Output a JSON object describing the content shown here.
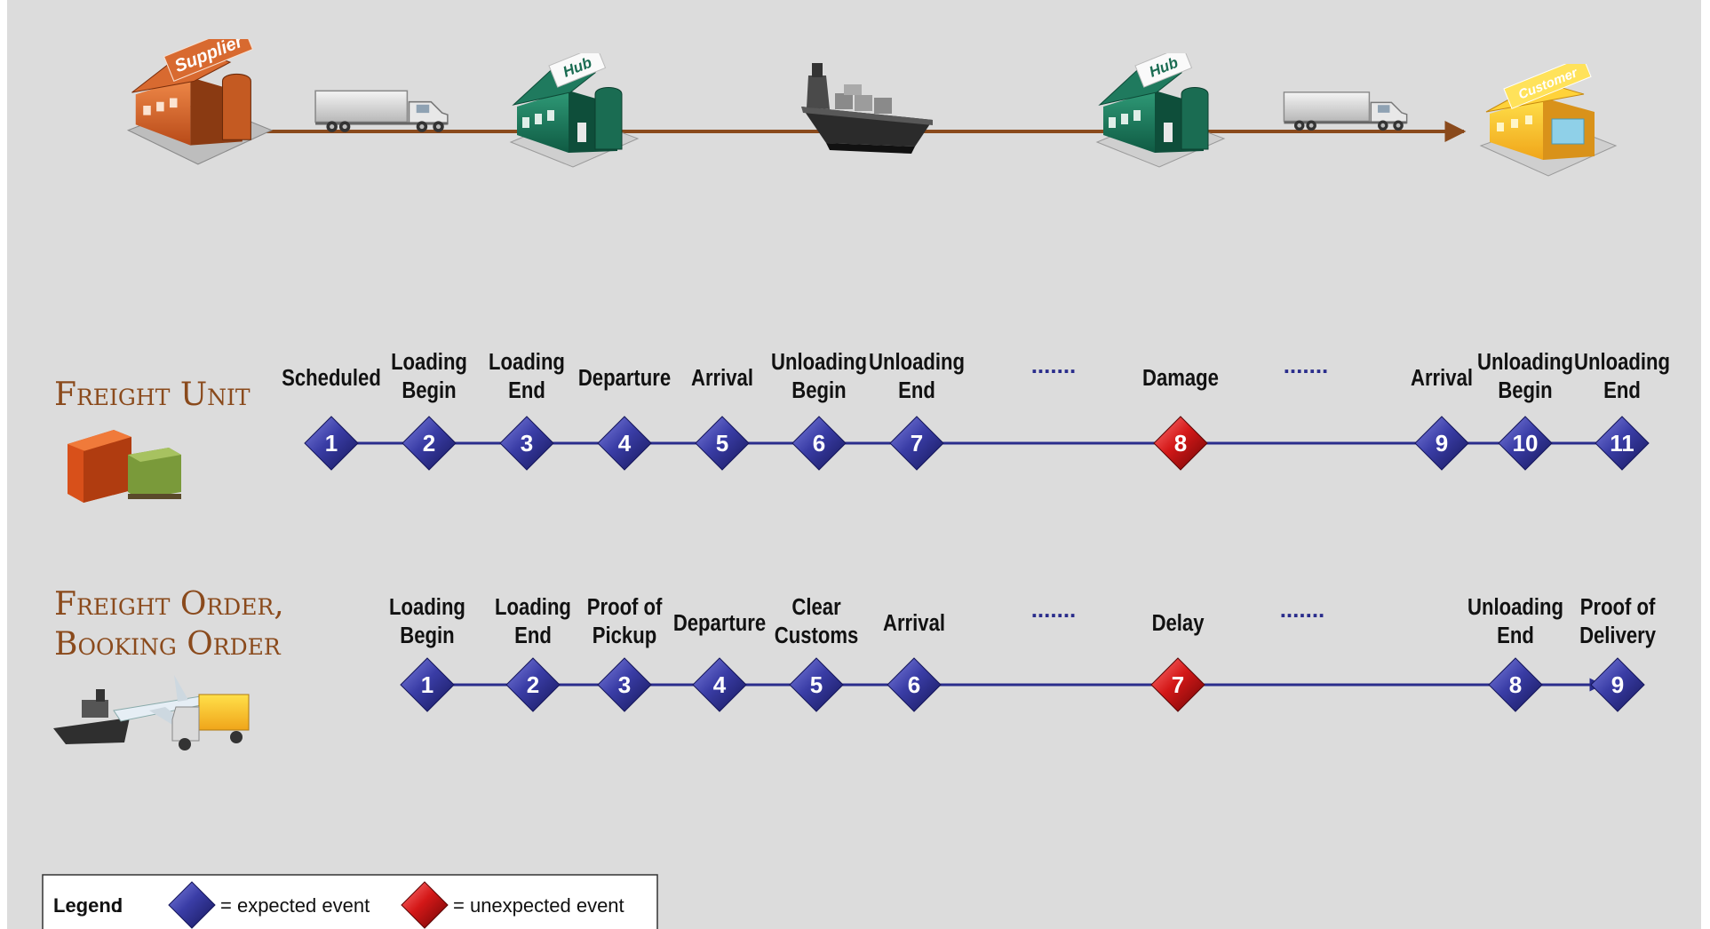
{
  "colors": {
    "expected": "#2e2f8a",
    "unexpected": "#c01414",
    "route": "#8a4a1c",
    "timeline": "#2a2d8c",
    "section_title": "#8a4a1c"
  },
  "route": {
    "nodes": [
      {
        "name": "supplier",
        "label": "Supplier"
      },
      {
        "name": "truck-1"
      },
      {
        "name": "hub-1",
        "label": "Hub"
      },
      {
        "name": "ship"
      },
      {
        "name": "hub-2",
        "label": "Hub"
      },
      {
        "name": "truck-2"
      },
      {
        "name": "customer",
        "label": "Customer"
      }
    ]
  },
  "freight_unit": {
    "title": "Freight Unit",
    "events": [
      {
        "n": "1",
        "label": [
          "Scheduled"
        ],
        "type": "expected"
      },
      {
        "n": "2",
        "label": [
          "Loading",
          "Begin"
        ],
        "type": "expected"
      },
      {
        "n": "3",
        "label": [
          "Loading",
          "End"
        ],
        "type": "expected"
      },
      {
        "n": "4",
        "label": [
          "Departure"
        ],
        "type": "expected"
      },
      {
        "n": "5",
        "label": [
          "Arrival"
        ],
        "type": "expected"
      },
      {
        "n": "6",
        "label": [
          "Unloading",
          "Begin"
        ],
        "type": "expected"
      },
      {
        "n": "7",
        "label": [
          "Unloading",
          "End"
        ],
        "type": "expected"
      },
      {
        "n": "8",
        "label": [
          "Damage"
        ],
        "type": "unexpected"
      },
      {
        "n": "9",
        "label": [
          "Arrival"
        ],
        "type": "expected"
      },
      {
        "n": "10",
        "label": [
          "Unloading",
          "Begin"
        ],
        "type": "expected"
      },
      {
        "n": "11",
        "label": [
          "Unloading",
          "End"
        ],
        "type": "expected"
      }
    ],
    "ellipsis": "......."
  },
  "freight_order": {
    "title_line1": "Freight Order,",
    "title_line2": "Booking Order",
    "events": [
      {
        "n": "1",
        "label": [
          "Loading",
          "Begin"
        ],
        "type": "expected"
      },
      {
        "n": "2",
        "label": [
          "Loading",
          "End"
        ],
        "type": "expected"
      },
      {
        "n": "3",
        "label": [
          "Proof of",
          "Pickup"
        ],
        "type": "expected"
      },
      {
        "n": "4",
        "label": [
          "Departure"
        ],
        "type": "expected"
      },
      {
        "n": "5",
        "label": [
          "Clear",
          "Customs"
        ],
        "type": "expected"
      },
      {
        "n": "6",
        "label": [
          "Arrival"
        ],
        "type": "expected"
      },
      {
        "n": "7",
        "label": [
          "Delay"
        ],
        "type": "unexpected"
      },
      {
        "n": "8",
        "label": [
          "Unloading",
          "End"
        ],
        "type": "expected"
      },
      {
        "n": "9",
        "label": [
          "Proof of",
          "Delivery"
        ],
        "type": "expected"
      }
    ],
    "ellipsis": "......."
  },
  "legend": {
    "title": "Legend",
    "expected_text": "= expected event",
    "unexpected_text": "= unexpected event"
  }
}
